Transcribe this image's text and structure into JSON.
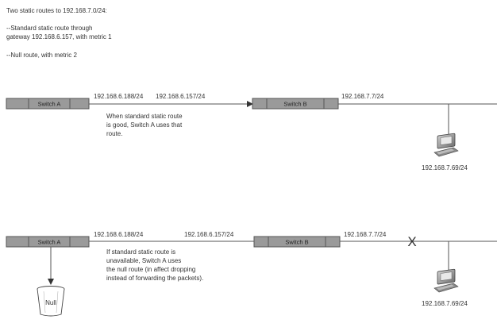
{
  "header": {
    "lines": [
      "Two static routes to 192.168.7.0/24:",
      "",
      "--Standard static route through",
      "gateway 192.168.6.157, with metric 1",
      "",
      "--Null route, with metric 2"
    ]
  },
  "top": {
    "switch_a": "Switch A",
    "switch_b": "Switch B",
    "ip_a": "192.168.6.188/24",
    "ip_gateway": "192.168.6.157/24",
    "ip_b_out": "192.168.7.7/24",
    "host_ip": "192.168.7.69/24",
    "note": [
      "When standard static route",
      "is good, Switch A uses that",
      "route."
    ]
  },
  "bottom": {
    "switch_a": "Switch A",
    "switch_b": "Switch B",
    "ip_a": "192.168.6.188/24",
    "ip_gateway": "192.168.6.157/24",
    "ip_b_out": "192.168.7.7/24",
    "host_ip": "192.168.7.69/24",
    "failure_mark": "X",
    "null_label": "Null",
    "note": [
      "If standard static route is",
      "unavailable, Switch A uses",
      "the null route (in affect dropping",
      "instead of forwarding the packets)."
    ]
  },
  "colors": {
    "switch_fill": "#9a9a9a",
    "line": "#555555",
    "text": "#333333"
  }
}
